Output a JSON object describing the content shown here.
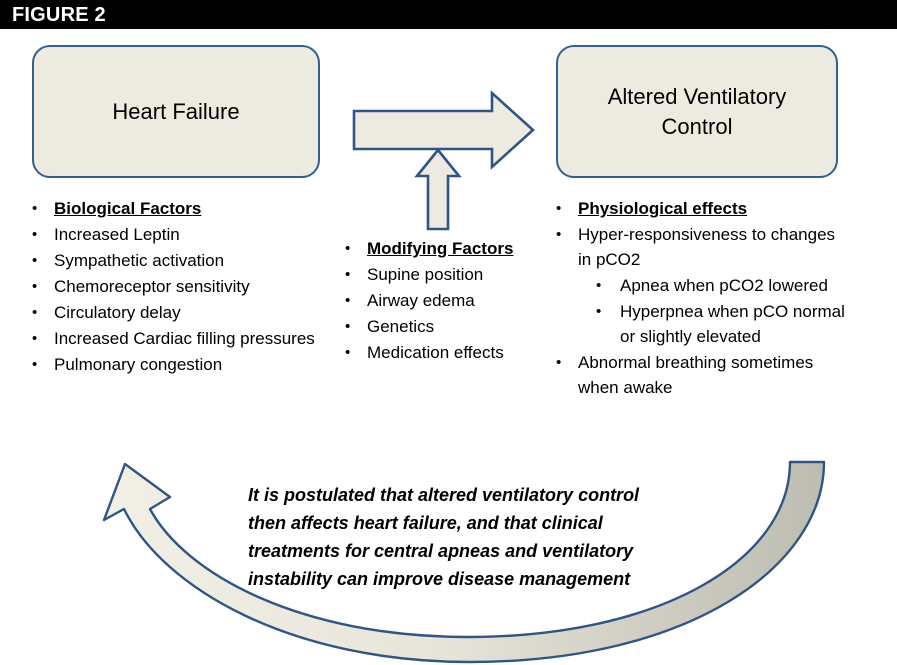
{
  "header": {
    "title": "FIGURE 2"
  },
  "colors": {
    "header_background": "#000000",
    "header_text": "#ffffff",
    "box_fill": "#EDEAE0",
    "box_border": "#31618E",
    "arrow_fill": "#EDEAE0",
    "arrow_border": "#2E5585",
    "curve_fill_left": "#EDEAE0",
    "curve_fill_right": "#BDBCB0",
    "text": "#000000"
  },
  "boxes": [
    {
      "id": "heart-failure",
      "label": "Heart Failure"
    },
    {
      "id": "altered-ventilatory-control",
      "label": "Altered Ventilatory Control"
    }
  ],
  "columns": {
    "left": {
      "name": "biological-factors",
      "items": [
        {
          "text": "Biological Factors",
          "heading": true,
          "level": 1
        },
        {
          "text": "Increased Leptin",
          "heading": false,
          "level": 1
        },
        {
          "text": "Sympathetic activation",
          "heading": false,
          "level": 1
        },
        {
          "text": "Chemoreceptor sensitivity",
          "heading": false,
          "level": 1
        },
        {
          "text": "Circulatory delay",
          "heading": false,
          "level": 1
        },
        {
          "text": "Increased Cardiac filling pressures",
          "heading": false,
          "level": 1
        },
        {
          "text": "Pulmonary congestion",
          "heading": false,
          "level": 1
        }
      ]
    },
    "middle": {
      "name": "modifying-factors",
      "items": [
        {
          "text": "Modifying Factors",
          "heading": true,
          "level": 1
        },
        {
          "text": "Supine position",
          "heading": false,
          "level": 1
        },
        {
          "text": "Airway edema",
          "heading": false,
          "level": 1
        },
        {
          "text": "Genetics",
          "heading": false,
          "level": 1
        },
        {
          "text": "Medication effects",
          "heading": false,
          "level": 1
        }
      ]
    },
    "right": {
      "name": "physiological-effects",
      "items": [
        {
          "text": "Physiological effects",
          "heading": true,
          "level": 1
        },
        {
          "text": "Hyper-responsiveness to changes in pCO2",
          "heading": false,
          "level": 1
        },
        {
          "text": "Apnea when pCO2 lowered",
          "heading": false,
          "level": 2
        },
        {
          "text": "Hyperpnea when pCO normal or slightly elevated",
          "heading": false,
          "level": 2
        },
        {
          "text": "Abnormal breathing sometimes when awake",
          "heading": false,
          "level": 1
        }
      ]
    }
  },
  "caption": {
    "text": "It is postulated that altered ventilatory control then affects heart failure, and that clinical treatments for central apneas and ventilatory instability can improve disease management"
  },
  "arrows": [
    {
      "name": "horizontal-right-arrow",
      "direction": "right",
      "from": "Heart Failure",
      "to": "Altered Ventilatory Control"
    },
    {
      "name": "vertical-up-arrow",
      "direction": "up",
      "from": "Modifying Factors",
      "to": "horizontal-right-arrow"
    },
    {
      "name": "curved-feedback-arrow",
      "direction": "up-left",
      "from": "Altered Ventilatory Control",
      "to": "Heart Failure"
    }
  ]
}
